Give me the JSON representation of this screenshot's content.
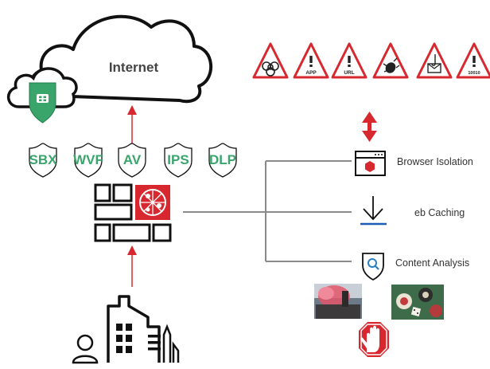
{
  "cloud": {
    "label": "Internet"
  },
  "security_services": [
    "SBX",
    "WVF",
    "AV",
    "IPS",
    "DLP"
  ],
  "threat_icons": [
    {
      "icon": "biohazard-icon",
      "label": ""
    },
    {
      "icon": "app-alert-icon",
      "label": "APP"
    },
    {
      "icon": "url-alert-icon",
      "label": "URL"
    },
    {
      "icon": "bug-alert-icon",
      "label": ""
    },
    {
      "icon": "phishing-alert-icon",
      "label": ""
    },
    {
      "icon": "binary-alert-icon",
      "label": "10010"
    }
  ],
  "right_services": {
    "browser_isolation": "Browser Isolation",
    "web_caching": "eb Caching",
    "content_analysis": "Content Analysis"
  },
  "colors": {
    "accent_red": "#d8282f",
    "brand_green": "#3aa56b",
    "line_gray": "#8a8a8a",
    "dark": "#111111"
  }
}
